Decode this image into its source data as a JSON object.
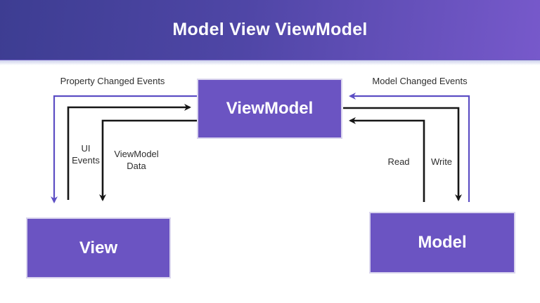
{
  "header": {
    "title": "Model View ViewModel"
  },
  "colors": {
    "header_gradient_left": "#3d3d92",
    "header_gradient_right": "#7759cb",
    "node_fill": "#6b54c2",
    "node_border": "#dad5ee",
    "arrow_black": "#161616",
    "arrow_purple": "#5c4ec4",
    "label_text": "#2e2e2e",
    "background": "#ffffff"
  },
  "diagram": {
    "nodes": [
      {
        "id": "viewmodel",
        "label": "ViewModel"
      },
      {
        "id": "view",
        "label": "View"
      },
      {
        "id": "model",
        "label": "Model"
      }
    ],
    "edges": [
      {
        "id": "property-changed-events",
        "label": "Property Changed Events",
        "from": "ViewModel",
        "to": "View",
        "color": "purple"
      },
      {
        "id": "ui-events",
        "label": "UI\nEvents",
        "from": "View",
        "to": "ViewModel",
        "color": "black"
      },
      {
        "id": "viewmodel-data",
        "label": "ViewModel\nData",
        "from": "ViewModel",
        "to": "View",
        "color": "black"
      },
      {
        "id": "model-changed-events",
        "label": "Model Changed Events",
        "from": "Model",
        "to": "ViewModel",
        "color": "purple"
      },
      {
        "id": "write",
        "label": "Write",
        "from": "ViewModel",
        "to": "Model",
        "color": "black"
      },
      {
        "id": "read",
        "label": "Read",
        "from": "Model",
        "to": "ViewModel",
        "color": "black"
      }
    ]
  }
}
